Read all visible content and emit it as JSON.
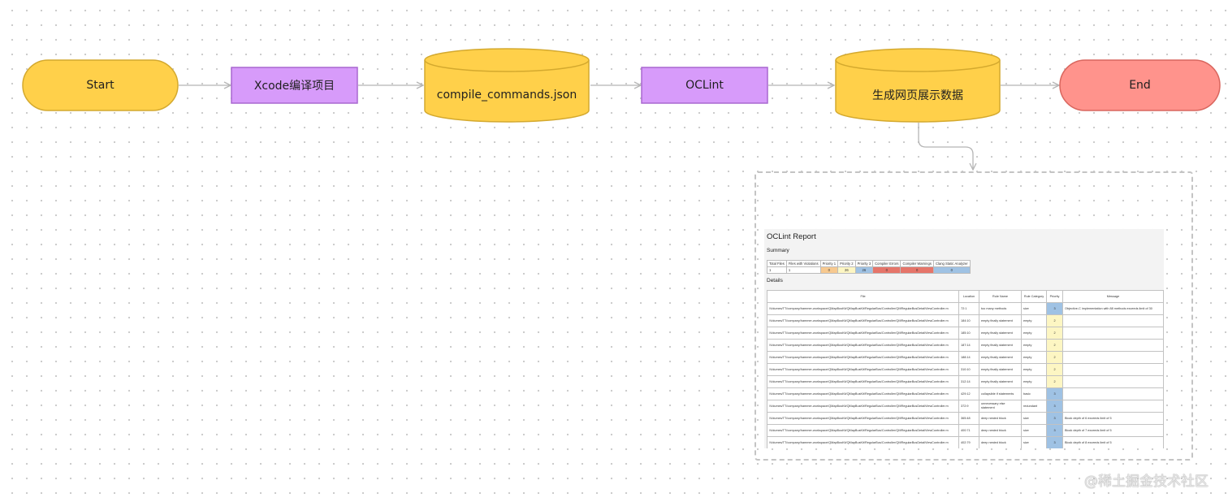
{
  "flow": {
    "start": "Start",
    "xcode": "Xcode编译项目",
    "compile_commands": "compile_commands.json",
    "oclint": "OCLint",
    "generate": "生成网页展示数据",
    "end": "End"
  },
  "colors": {
    "terminator_yellow": "#FFD04A",
    "process_purple": "#D79BFA",
    "database_yellow": "#FFD04A",
    "terminator_red": "#FF938C",
    "arrow": "#B5B5B5"
  },
  "report": {
    "title": "OCLint Report",
    "summary_heading": "Summary",
    "details_heading": "Details",
    "summary": {
      "headers": [
        "Total Files",
        "Files with Violations",
        "Priority 1",
        "Priority 2",
        "Priority 3",
        "Compiler Errors",
        "Compiler Warnings",
        "Clang Static Analyzer"
      ],
      "values": [
        "1",
        "1",
        "0",
        "26",
        "26",
        "0",
        "0",
        "0"
      ]
    },
    "details": {
      "headers": [
        "File",
        "Location",
        "Rule Name",
        "Rule Category",
        "Priority",
        "Message"
      ],
      "rows": [
        {
          "file": "/Volumes/TT/company/hammer-workspace/QMapBusKit/QMapBusKit/RegularBus/Controller/QMRegularBusDetailViewController.m",
          "location": "72:1",
          "rule": "too many methods",
          "category": "size",
          "priority": "3",
          "message": "Objective-C implementation with 88 methods exceeds limit of 30"
        },
        {
          "file": "/Volumes/TT/company/hammer-workspace/QMapBusKit/QMapBusKit/RegularBus/Controller/QMRegularBusDetailViewController.m",
          "location": "184:10",
          "rule": "empty finally statement",
          "category": "empty",
          "priority": "2",
          "message": ""
        },
        {
          "file": "/Volumes/TT/company/hammer-workspace/QMapBusKit/QMapBusKit/RegularBus/Controller/QMRegularBusDetailViewController.m",
          "location": "185:10",
          "rule": "empty finally statement",
          "category": "empty",
          "priority": "2",
          "message": ""
        },
        {
          "file": "/Volumes/TT/company/hammer-workspace/QMapBusKit/QMapBusKit/RegularBus/Controller/QMRegularBusDetailViewController.m",
          "location": "187:14",
          "rule": "empty finally statement",
          "category": "empty",
          "priority": "2",
          "message": ""
        },
        {
          "file": "/Volumes/TT/company/hammer-workspace/QMapBusKit/QMapBusKit/RegularBus/Controller/QMRegularBusDetailViewController.m",
          "location": "188:14",
          "rule": "empty finally statement",
          "category": "empty",
          "priority": "2",
          "message": ""
        },
        {
          "file": "/Volumes/TT/company/hammer-workspace/QMapBusKit/QMapBusKit/RegularBus/Controller/QMRegularBusDetailViewController.m",
          "location": "310:10",
          "rule": "empty finally statement",
          "category": "empty",
          "priority": "2",
          "message": ""
        },
        {
          "file": "/Volumes/TT/company/hammer-workspace/QMapBusKit/QMapBusKit/RegularBus/Controller/QMRegularBusDetailViewController.m",
          "location": "312:14",
          "rule": "empty finally statement",
          "category": "empty",
          "priority": "2",
          "message": ""
        },
        {
          "file": "/Volumes/TT/company/hammer-workspace/QMapBusKit/QMapBusKit/RegularBus/Controller/QMRegularBusDetailViewController.m",
          "location": "429:12",
          "rule": "collapsible if statements",
          "category": "basic",
          "priority": "3",
          "message": ""
        },
        {
          "file": "/Volumes/TT/company/hammer-workspace/QMapBusKit/QMapBusKit/RegularBus/Controller/QMRegularBusDetailViewController.m",
          "location": "372:9",
          "rule": "unnecessary else statement",
          "category": "redundant",
          "priority": "3",
          "message": ""
        },
        {
          "file": "/Volumes/TT/company/hammer-workspace/QMapBusKit/QMapBusKit/RegularBus/Controller/QMRegularBusDetailViewController.m",
          "location": "365:48",
          "rule": "deep nested block",
          "category": "size",
          "priority": "3",
          "message": "Block depth of 6 exceeds limit of 5"
        },
        {
          "file": "/Volumes/TT/company/hammer-workspace/QMapBusKit/QMapBusKit/RegularBus/Controller/QMRegularBusDetailViewController.m",
          "location": "400:71",
          "rule": "deep nested block",
          "category": "size",
          "priority": "3",
          "message": "Block depth of 7 exceeds limit of 5"
        },
        {
          "file": "/Volumes/TT/company/hammer-workspace/QMapBusKit/QMapBusKit/RegularBus/Controller/QMRegularBusDetailViewController.m",
          "location": "402:79",
          "rule": "deep nested block",
          "category": "size",
          "priority": "3",
          "message": "Block depth of 8 exceeds limit of 5"
        }
      ]
    }
  },
  "watermark": "@稀土掘金技术社区"
}
